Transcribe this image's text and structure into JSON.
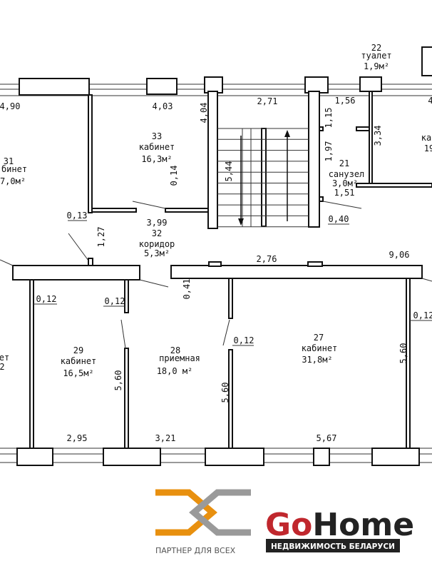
{
  "rooms": {
    "r22": {
      "num": "22",
      "name": "туалет",
      "area": "1,9м²"
    },
    "r33": {
      "num": "33",
      "name": "кабинет",
      "area": "16,3м²"
    },
    "r31": {
      "num": "31",
      "name": "бинет",
      "area": "7,0м²"
    },
    "r21": {
      "num": "21",
      "name": "санузел",
      "area": "3,0м²"
    },
    "r32": {
      "num": "32",
      "name": "коридор",
      "area": "5,3м²"
    },
    "r29": {
      "num": "29",
      "name": "кабинет",
      "area": "16,5м²"
    },
    "r28": {
      "num": "28",
      "name": "приемная",
      "area": "18,0 м²"
    },
    "r27": {
      "num": "27",
      "name": "кабинет",
      "area": "31,8м²"
    },
    "right_partial": {
      "name": "ка",
      "area": "19"
    },
    "left_partial": {
      "name": "ет",
      "area": "2"
    }
  },
  "dimensions": {
    "d490": "4,90",
    "d403": "4,03",
    "d271": "2,71",
    "d156": "1,56",
    "d4": "4",
    "d115": "1,15",
    "d334": "3,34",
    "d404": "4,04",
    "d544": "5,44",
    "d197": "1,97",
    "d014": "0,14",
    "d151": "1,51",
    "d013": "0,13",
    "d399": "3,99",
    "d040": "0,40",
    "d127": "1,27",
    "d276": "2,76",
    "d906": "9,06",
    "d041": "0,41",
    "d012a": "0,12",
    "d012b": "0,12",
    "d012c": "0,12",
    "d012d": "0,12",
    "d560a": "5,60",
    "d560b": "5,60",
    "d560c": "5,60",
    "d295": "2,95",
    "d321": "3,21",
    "d567": "5,67"
  },
  "logos": {
    "partner_tagline": "ПАРТНЕР ДЛЯ ВСЕХ",
    "gohome_go": "Go",
    "gohome_home": "Home",
    "gohome_tagline": "НЕДВИЖИМОСТЬ БЕЛАРУСИ",
    "colors": {
      "orange": "#e8900f",
      "gray": "#9a9a9a",
      "red": "#c0272d",
      "dark": "#222222"
    }
  }
}
